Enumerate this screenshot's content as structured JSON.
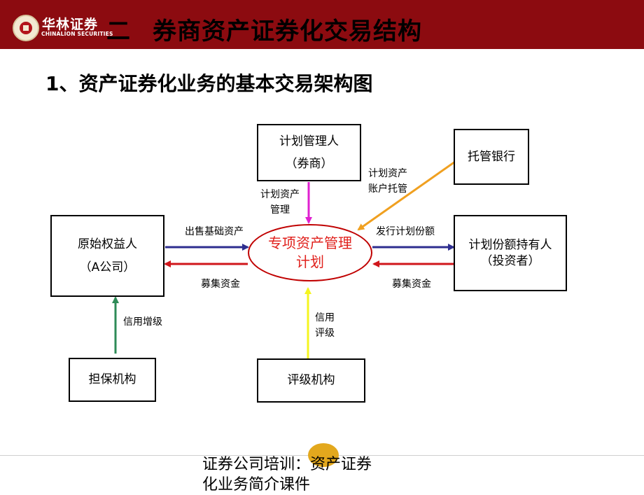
{
  "header": {
    "logo_cn": "华林证券",
    "logo_en": "CHINALION SECURITIES",
    "section_number": "二",
    "section_title": "券商资产证券化交易结构"
  },
  "subtitle": "1、资产证券化业务的基本交易架构图",
  "diagram": {
    "manager": {
      "line1": "计划管理人",
      "line2": "（券商）"
    },
    "custodian": "托管银行",
    "originator": {
      "line1": "原始权益人",
      "line2": "（A公司）"
    },
    "holder": {
      "line1": "计划份额持有人",
      "line2": "（投资者）"
    },
    "guarantor": "担保机构",
    "rating": "评级机构",
    "center": {
      "line1": "专项资产管理",
      "line2": "计划"
    },
    "labels": {
      "manage_1": "计划资产",
      "manage_2": "管理",
      "custody_1": "计划资产",
      "custody_2": "账户托管",
      "sell_assets": "出售基础资产",
      "raise_left": "募集资金",
      "issue_shares": "发行计划份额",
      "raise_right": "募集资金",
      "credit_enhance": "信用增级",
      "credit_rating_1": "信用",
      "credit_rating_2": "评级"
    },
    "colors": {
      "blue_arrow": "#2e2e8f",
      "red_arrow": "#d0161b",
      "magenta_arrow": "#e020d0",
      "orange_arrow": "#f0a020",
      "green_arrow": "#2e8b57",
      "yellow_arrow": "#ffff33"
    }
  },
  "footer": {
    "badge": "",
    "text": "证券公司培训：资产证券化业务简介课件"
  }
}
